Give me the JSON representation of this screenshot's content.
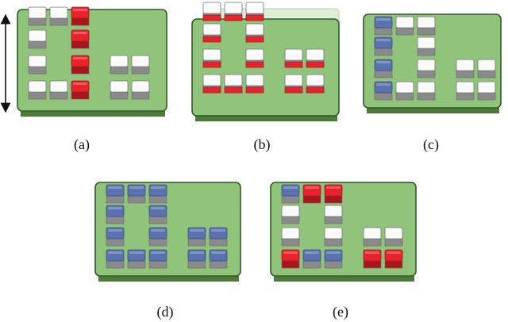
{
  "figure": {
    "colors": {
      "board_top": "#8fc47a",
      "board_edge": "#4c7a3a",
      "board_outline": "#2f5a25",
      "cube_white": "#ececec",
      "cube_white_top": "#fafafa",
      "cube_red": "#e8232c",
      "cube_red_top": "#f45a60",
      "cube_blue": "#5a72b0",
      "cube_blue_top": "#7b90c8",
      "cube_side": "#8a8a8a",
      "arrow": "#111111"
    },
    "panels": [
      {
        "id": "a",
        "caption": "(a)",
        "has_height_arrow": true,
        "raised_overlay": false,
        "layout": "H",
        "blocks": [
          {
            "col": 0,
            "row": 0,
            "state": "white"
          },
          {
            "col": 1,
            "row": 0,
            "state": "white"
          },
          {
            "col": 2,
            "row": 0,
            "state": "red"
          },
          {
            "col": 0,
            "row": 1,
            "state": "white"
          },
          {
            "col": 2,
            "row": 1,
            "state": "red"
          },
          {
            "col": 0,
            "row": 2,
            "state": "white"
          },
          {
            "col": 2,
            "row": 2,
            "state": "red"
          },
          {
            "col": 4,
            "row": 2,
            "state": "white"
          },
          {
            "col": 5,
            "row": 2,
            "state": "white"
          },
          {
            "col": 0,
            "row": 3,
            "state": "white"
          },
          {
            "col": 1,
            "row": 3,
            "state": "white"
          },
          {
            "col": 2,
            "row": 3,
            "state": "red"
          },
          {
            "col": 4,
            "row": 3,
            "state": "white"
          },
          {
            "col": 5,
            "row": 3,
            "state": "white"
          }
        ]
      },
      {
        "id": "b",
        "caption": "(b)",
        "has_height_arrow": false,
        "raised_overlay": true,
        "layout": "H",
        "blocks": [
          {
            "col": 0,
            "row": 0,
            "state": "white-red"
          },
          {
            "col": 1,
            "row": 0,
            "state": "white-red"
          },
          {
            "col": 2,
            "row": 0,
            "state": "white-red"
          },
          {
            "col": 0,
            "row": 1,
            "state": "white-red"
          },
          {
            "col": 2,
            "row": 1,
            "state": "white-red"
          },
          {
            "col": 0,
            "row": 2,
            "state": "white-red"
          },
          {
            "col": 2,
            "row": 2,
            "state": "white-red"
          },
          {
            "col": 4,
            "row": 2,
            "state": "white-red"
          },
          {
            "col": 5,
            "row": 2,
            "state": "white-red"
          },
          {
            "col": 0,
            "row": 3,
            "state": "white-red"
          },
          {
            "col": 1,
            "row": 3,
            "state": "white-red"
          },
          {
            "col": 2,
            "row": 3,
            "state": "white-red"
          },
          {
            "col": 4,
            "row": 3,
            "state": "white-red"
          },
          {
            "col": 5,
            "row": 3,
            "state": "white-red"
          }
        ]
      },
      {
        "id": "c",
        "caption": "(c)",
        "has_height_arrow": false,
        "raised_overlay": false,
        "layout": "H",
        "blocks": [
          {
            "col": 0,
            "row": 0,
            "state": "blue"
          },
          {
            "col": 1,
            "row": 0,
            "state": "white"
          },
          {
            "col": 2,
            "row": 0,
            "state": "white"
          },
          {
            "col": 0,
            "row": 1,
            "state": "blue"
          },
          {
            "col": 2,
            "row": 1,
            "state": "white"
          },
          {
            "col": 0,
            "row": 2,
            "state": "blue"
          },
          {
            "col": 2,
            "row": 2,
            "state": "white"
          },
          {
            "col": 4,
            "row": 2,
            "state": "white"
          },
          {
            "col": 5,
            "row": 2,
            "state": "white"
          },
          {
            "col": 0,
            "row": 3,
            "state": "blue"
          },
          {
            "col": 1,
            "row": 3,
            "state": "white"
          },
          {
            "col": 2,
            "row": 3,
            "state": "white"
          },
          {
            "col": 4,
            "row": 3,
            "state": "white"
          },
          {
            "col": 5,
            "row": 3,
            "state": "white"
          }
        ]
      },
      {
        "id": "d",
        "caption": "(d)",
        "has_height_arrow": false,
        "raised_overlay": false,
        "layout": "O",
        "blocks": [
          {
            "col": 0,
            "row": 0,
            "state": "blue"
          },
          {
            "col": 1,
            "row": 0,
            "state": "blue"
          },
          {
            "col": 2,
            "row": 0,
            "state": "blue"
          },
          {
            "col": 0,
            "row": 1,
            "state": "blue"
          },
          {
            "col": 2,
            "row": 1,
            "state": "blue"
          },
          {
            "col": 0,
            "row": 2,
            "state": "blue"
          },
          {
            "col": 2,
            "row": 2,
            "state": "blue"
          },
          {
            "col": 4,
            "row": 2,
            "state": "blue"
          },
          {
            "col": 5,
            "row": 2,
            "state": "blue"
          },
          {
            "col": 0,
            "row": 3,
            "state": "blue"
          },
          {
            "col": 1,
            "row": 3,
            "state": "blue"
          },
          {
            "col": 2,
            "row": 3,
            "state": "blue"
          },
          {
            "col": 4,
            "row": 3,
            "state": "blue"
          },
          {
            "col": 5,
            "row": 3,
            "state": "blue"
          }
        ]
      },
      {
        "id": "e",
        "caption": "(e)",
        "has_height_arrow": false,
        "raised_overlay": false,
        "layout": "O",
        "blocks": [
          {
            "col": 0,
            "row": 0,
            "state": "blue"
          },
          {
            "col": 1,
            "row": 0,
            "state": "red"
          },
          {
            "col": 2,
            "row": 0,
            "state": "red"
          },
          {
            "col": 0,
            "row": 1,
            "state": "white"
          },
          {
            "col": 2,
            "row": 1,
            "state": "white"
          },
          {
            "col": 0,
            "row": 2,
            "state": "white"
          },
          {
            "col": 2,
            "row": 2,
            "state": "white"
          },
          {
            "col": 4,
            "row": 2,
            "state": "white"
          },
          {
            "col": 5,
            "row": 2,
            "state": "white"
          },
          {
            "col": 0,
            "row": 3,
            "state": "red"
          },
          {
            "col": 1,
            "row": 3,
            "state": "blue"
          },
          {
            "col": 2,
            "row": 3,
            "state": "blue"
          },
          {
            "col": 4,
            "row": 3,
            "state": "red"
          },
          {
            "col": 5,
            "row": 3,
            "state": "red"
          }
        ]
      }
    ]
  }
}
